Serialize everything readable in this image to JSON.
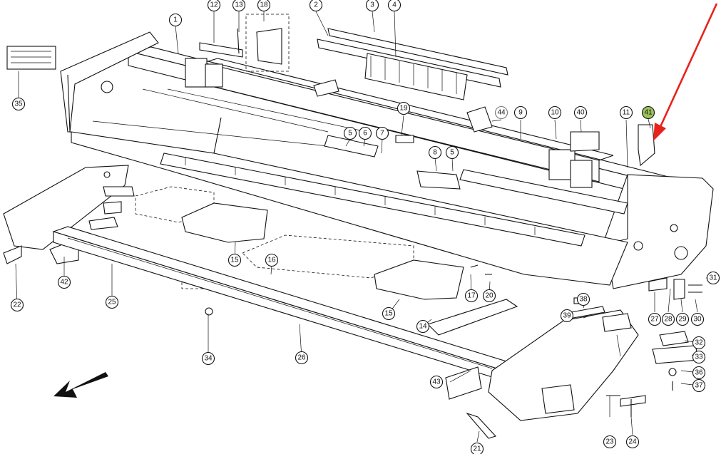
{
  "diagram": {
    "highlight_color": "#9cc25a",
    "arrow_color": "#e8221b",
    "callouts": [
      {
        "id": "c1",
        "label": "1"
      },
      {
        "id": "c2",
        "label": "2"
      },
      {
        "id": "c3",
        "label": "3"
      },
      {
        "id": "c4",
        "label": "4"
      },
      {
        "id": "c5a",
        "label": "5"
      },
      {
        "id": "c5b",
        "label": "5"
      },
      {
        "id": "c6",
        "label": "6"
      },
      {
        "id": "c7",
        "label": "7"
      },
      {
        "id": "c8",
        "label": "8"
      },
      {
        "id": "c9",
        "label": "9"
      },
      {
        "id": "c10",
        "label": "10"
      },
      {
        "id": "c11",
        "label": "11"
      },
      {
        "id": "c12",
        "label": "12"
      },
      {
        "id": "c13",
        "label": "13"
      },
      {
        "id": "c14",
        "label": "14"
      },
      {
        "id": "c15a",
        "label": "15"
      },
      {
        "id": "c15b",
        "label": "15"
      },
      {
        "id": "c16",
        "label": "16"
      },
      {
        "id": "c17",
        "label": "17"
      },
      {
        "id": "c18",
        "label": "18"
      },
      {
        "id": "c19",
        "label": "19"
      },
      {
        "id": "c20",
        "label": "20"
      },
      {
        "id": "c21",
        "label": "21"
      },
      {
        "id": "c22",
        "label": "22"
      },
      {
        "id": "c23",
        "label": "23"
      },
      {
        "id": "c24",
        "label": "24"
      },
      {
        "id": "c25",
        "label": "25"
      },
      {
        "id": "c26",
        "label": "26"
      },
      {
        "id": "c27",
        "label": "27"
      },
      {
        "id": "c28",
        "label": "28"
      },
      {
        "id": "c29",
        "label": "29"
      },
      {
        "id": "c30",
        "label": "30"
      },
      {
        "id": "c31",
        "label": "31"
      },
      {
        "id": "c32",
        "label": "32"
      },
      {
        "id": "c33",
        "label": "33"
      },
      {
        "id": "c34",
        "label": "34"
      },
      {
        "id": "c35",
        "label": "35"
      },
      {
        "id": "c36",
        "label": "36"
      },
      {
        "id": "c37",
        "label": "37"
      },
      {
        "id": "c38",
        "label": "38"
      },
      {
        "id": "c39",
        "label": "39"
      },
      {
        "id": "c40",
        "label": "40"
      },
      {
        "id": "c41",
        "label": "41",
        "highlighted": true
      },
      {
        "id": "c42",
        "label": "42"
      },
      {
        "id": "c43",
        "label": "43"
      },
      {
        "id": "c44",
        "label": "44",
        "faded": true
      }
    ]
  }
}
